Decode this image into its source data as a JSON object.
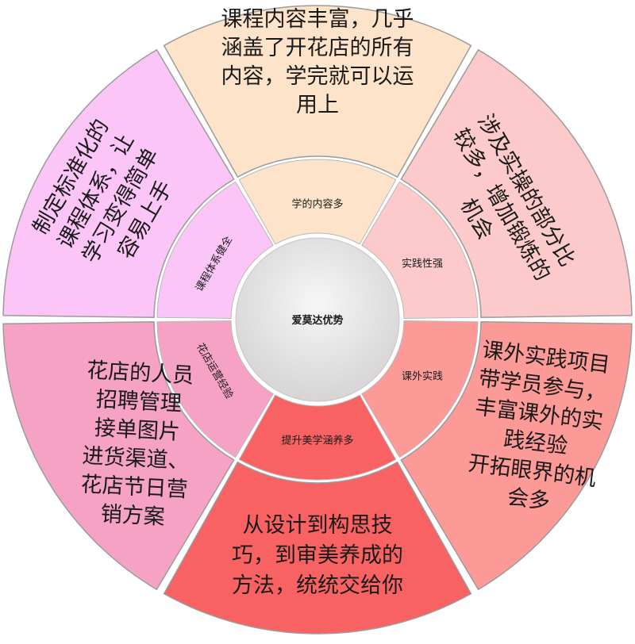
{
  "center": {
    "label": "爱莫达优势"
  },
  "segments": [
    {
      "name": "top",
      "inner_label": "学的内容多",
      "outer_lines": [
        "课程内容丰富，几乎",
        "涵盖了开花店的所有",
        "内容，学完就可以运",
        "用上"
      ],
      "outer_color": "#fde3c9",
      "inner_color": "#fde3c9"
    },
    {
      "name": "upper-right",
      "inner_label": "实践性强",
      "outer_lines": [
        "涉及实操的部分比",
        "较多，增加锻炼的",
        "机会"
      ],
      "outer_color": "#fccaca",
      "inner_color": "#fccaca"
    },
    {
      "name": "lower-right",
      "inner_label": "课外实践",
      "outer_lines": [
        "课外实践项目",
        "带学员参与，",
        "丰富课外的实",
        "践经验",
        "开拓眼界的机",
        "会多"
      ],
      "outer_color": "#fb9a97",
      "inner_color": "#fb9a97"
    },
    {
      "name": "bottom",
      "inner_label": "提升美学涵养多",
      "outer_lines": [
        "从设计到构思技",
        "巧，到审美养成的",
        "方法，统统交给你"
      ],
      "outer_color": "#f86262",
      "inner_color": "#f86262"
    },
    {
      "name": "lower-left",
      "inner_label": "花店运营经验",
      "outer_lines": [
        "花店的人员",
        "招聘管理",
        "接单图片",
        "进货渠道、",
        "花店节日营",
        "销方案"
      ],
      "outer_color": "#f6a2c4",
      "inner_color": "#f6a2c4"
    },
    {
      "name": "upper-left",
      "inner_label": "课程体系健全",
      "outer_lines": [
        "制定标准化的",
        "课程体系，让",
        "学习变得简单",
        "容易上手"
      ],
      "outer_color": "#fcc5f8",
      "inner_color": "#fcc5f8"
    }
  ]
}
